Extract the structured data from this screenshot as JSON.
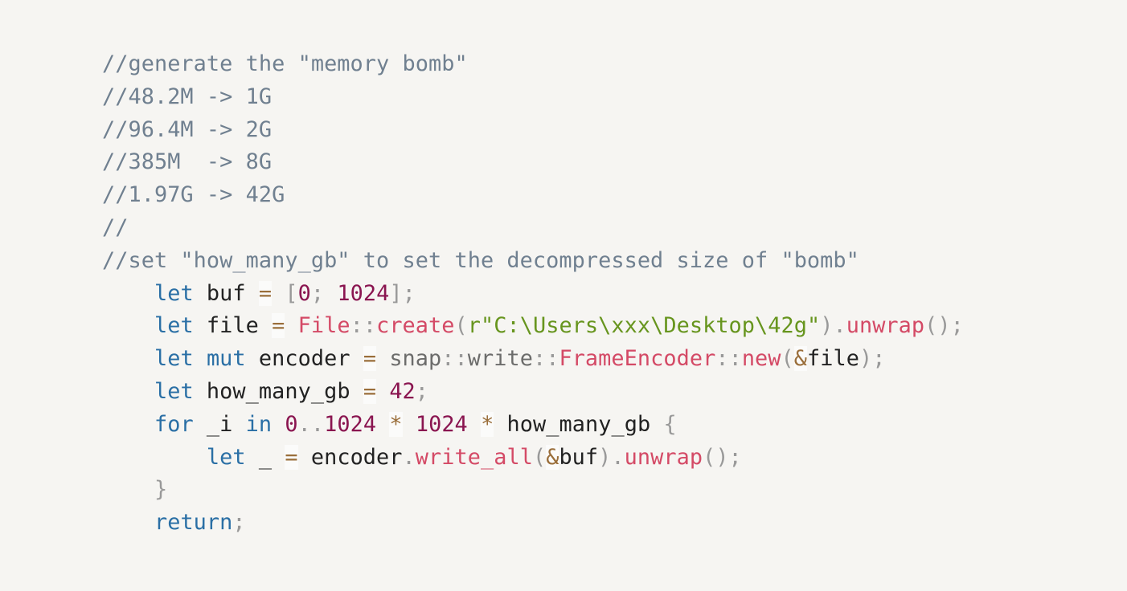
{
  "code_lines": [
    [
      [
        "comment",
        "//generate the \"memory bomb\""
      ]
    ],
    [
      [
        "comment",
        "//48.2M -> 1G"
      ]
    ],
    [
      [
        "comment",
        "//96.4M -> 2G"
      ]
    ],
    [
      [
        "comment",
        "//385M  -> 8G"
      ]
    ],
    [
      [
        "comment",
        "//1.97G -> 42G"
      ]
    ],
    [
      [
        "comment",
        "//"
      ]
    ],
    [
      [
        "comment",
        "//set \"how_many_gb\" to set the decompressed size of \"bomb\""
      ]
    ],
    [
      [
        "plain",
        "    "
      ],
      [
        "keyword",
        "let"
      ],
      [
        "plain",
        " buf "
      ],
      [
        "operator",
        "="
      ],
      [
        "plain",
        " "
      ],
      [
        "punctuation",
        "["
      ],
      [
        "number",
        "0"
      ],
      [
        "punctuation",
        ";"
      ],
      [
        "plain",
        " "
      ],
      [
        "number",
        "1024"
      ],
      [
        "punctuation",
        "];"
      ]
    ],
    [
      [
        "plain",
        "    "
      ],
      [
        "keyword",
        "let"
      ],
      [
        "plain",
        " file "
      ],
      [
        "operator",
        "="
      ],
      [
        "plain",
        " "
      ],
      [
        "function",
        "File"
      ],
      [
        "punctuation",
        "::"
      ],
      [
        "function",
        "create"
      ],
      [
        "punctuation",
        "("
      ],
      [
        "string",
        "r\"C:\\Users\\xxx\\Desktop\\42g\""
      ],
      [
        "punctuation",
        ")."
      ],
      [
        "function",
        "unwrap"
      ],
      [
        "punctuation",
        "();"
      ]
    ],
    [
      [
        "plain",
        "    "
      ],
      [
        "keyword",
        "let"
      ],
      [
        "plain",
        " "
      ],
      [
        "keyword",
        "mut"
      ],
      [
        "plain",
        " encoder "
      ],
      [
        "operator",
        "="
      ],
      [
        "plain",
        " "
      ],
      [
        "namespace",
        "snap"
      ],
      [
        "punctuation",
        "::"
      ],
      [
        "namespace",
        "write"
      ],
      [
        "punctuation",
        "::"
      ],
      [
        "function",
        "FrameEncoder"
      ],
      [
        "punctuation",
        "::"
      ],
      [
        "function",
        "new"
      ],
      [
        "punctuation",
        "("
      ],
      [
        "operator",
        "&"
      ],
      [
        "plain",
        "file"
      ],
      [
        "punctuation",
        ");"
      ]
    ],
    [
      [
        "plain",
        "    "
      ],
      [
        "keyword",
        "let"
      ],
      [
        "plain",
        " how_many_gb "
      ],
      [
        "operator",
        "="
      ],
      [
        "plain",
        " "
      ],
      [
        "number",
        "42"
      ],
      [
        "punctuation",
        ";"
      ]
    ],
    [
      [
        "plain",
        "    "
      ],
      [
        "keyword",
        "for"
      ],
      [
        "plain",
        " _i "
      ],
      [
        "keyword",
        "in"
      ],
      [
        "plain",
        " "
      ],
      [
        "number",
        "0"
      ],
      [
        "punctuation",
        ".."
      ],
      [
        "number",
        "1024"
      ],
      [
        "plain",
        " "
      ],
      [
        "operator",
        "*"
      ],
      [
        "plain",
        " "
      ],
      [
        "number",
        "1024"
      ],
      [
        "plain",
        " "
      ],
      [
        "operator",
        "*"
      ],
      [
        "plain",
        " how_many_gb "
      ],
      [
        "punctuation",
        "{"
      ]
    ],
    [
      [
        "plain",
        "        "
      ],
      [
        "keyword",
        "let"
      ],
      [
        "plain",
        " _ "
      ],
      [
        "operator",
        "="
      ],
      [
        "plain",
        " encoder"
      ],
      [
        "punctuation",
        "."
      ],
      [
        "function",
        "write_all"
      ],
      [
        "punctuation",
        "("
      ],
      [
        "operator",
        "&"
      ],
      [
        "plain",
        "buf"
      ],
      [
        "punctuation",
        ")."
      ],
      [
        "function",
        "unwrap"
      ],
      [
        "punctuation",
        "();"
      ]
    ],
    [
      [
        "plain",
        "    "
      ],
      [
        "punctuation",
        "}"
      ]
    ],
    [
      [
        "plain",
        "    "
      ],
      [
        "keyword",
        "return"
      ],
      [
        "punctuation",
        ";"
      ]
    ]
  ],
  "colors": {
    "background": "#f6f5f2",
    "comment": "#708090",
    "keyword": "#2a6fa5",
    "number": "#8a1550",
    "function": "#d44a66",
    "string": "#67951e"
  }
}
